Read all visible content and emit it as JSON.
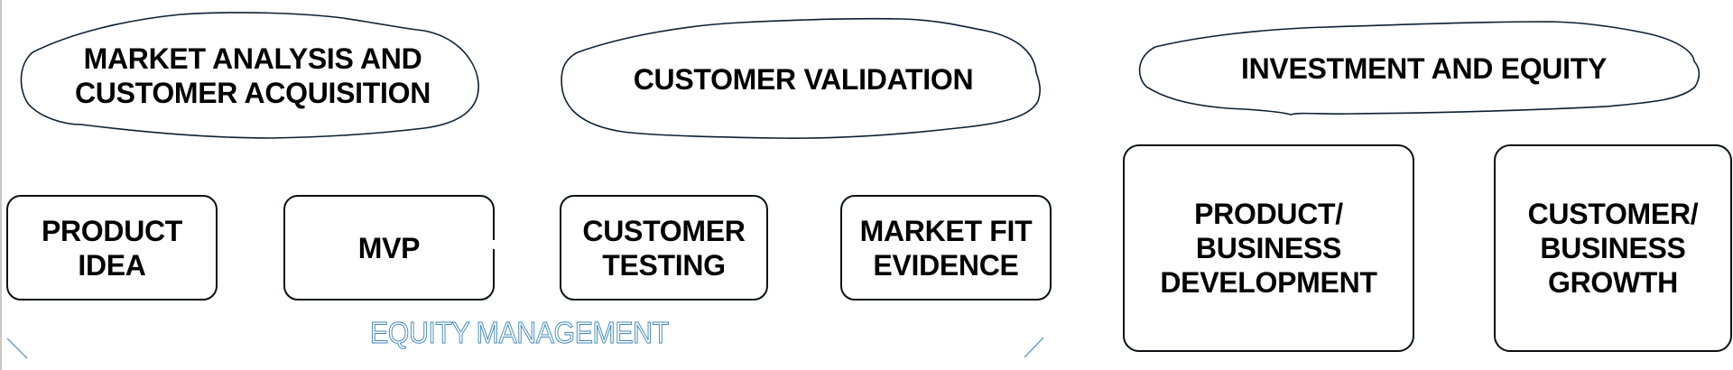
{
  "phases": [
    {
      "title": "MARKET ANALYSIS AND\nCUSTOMER ACQUISITION"
    },
    {
      "title": "CUSTOMER VALIDATION"
    },
    {
      "title": "INVESTMENT AND EQUITY"
    }
  ],
  "stages": [
    {
      "label": "PRODUCT\nIDEA"
    },
    {
      "label": "MVP"
    },
    {
      "label": "CUSTOMER\nTESTING"
    },
    {
      "label": "MARKET FIT\nEVIDENCE"
    },
    {
      "label": "PRODUCT/\nBUSINESS\nDEVELOPMENT"
    },
    {
      "label": "CUSTOMER/\nBUSINESS\nGROWTH"
    }
  ],
  "span_label": "EQUITY MANAGEMENT",
  "colors": {
    "outline": "#0b1f33",
    "span_label_stroke": "#3f86bb",
    "bracket": "#6aa0c8"
  }
}
